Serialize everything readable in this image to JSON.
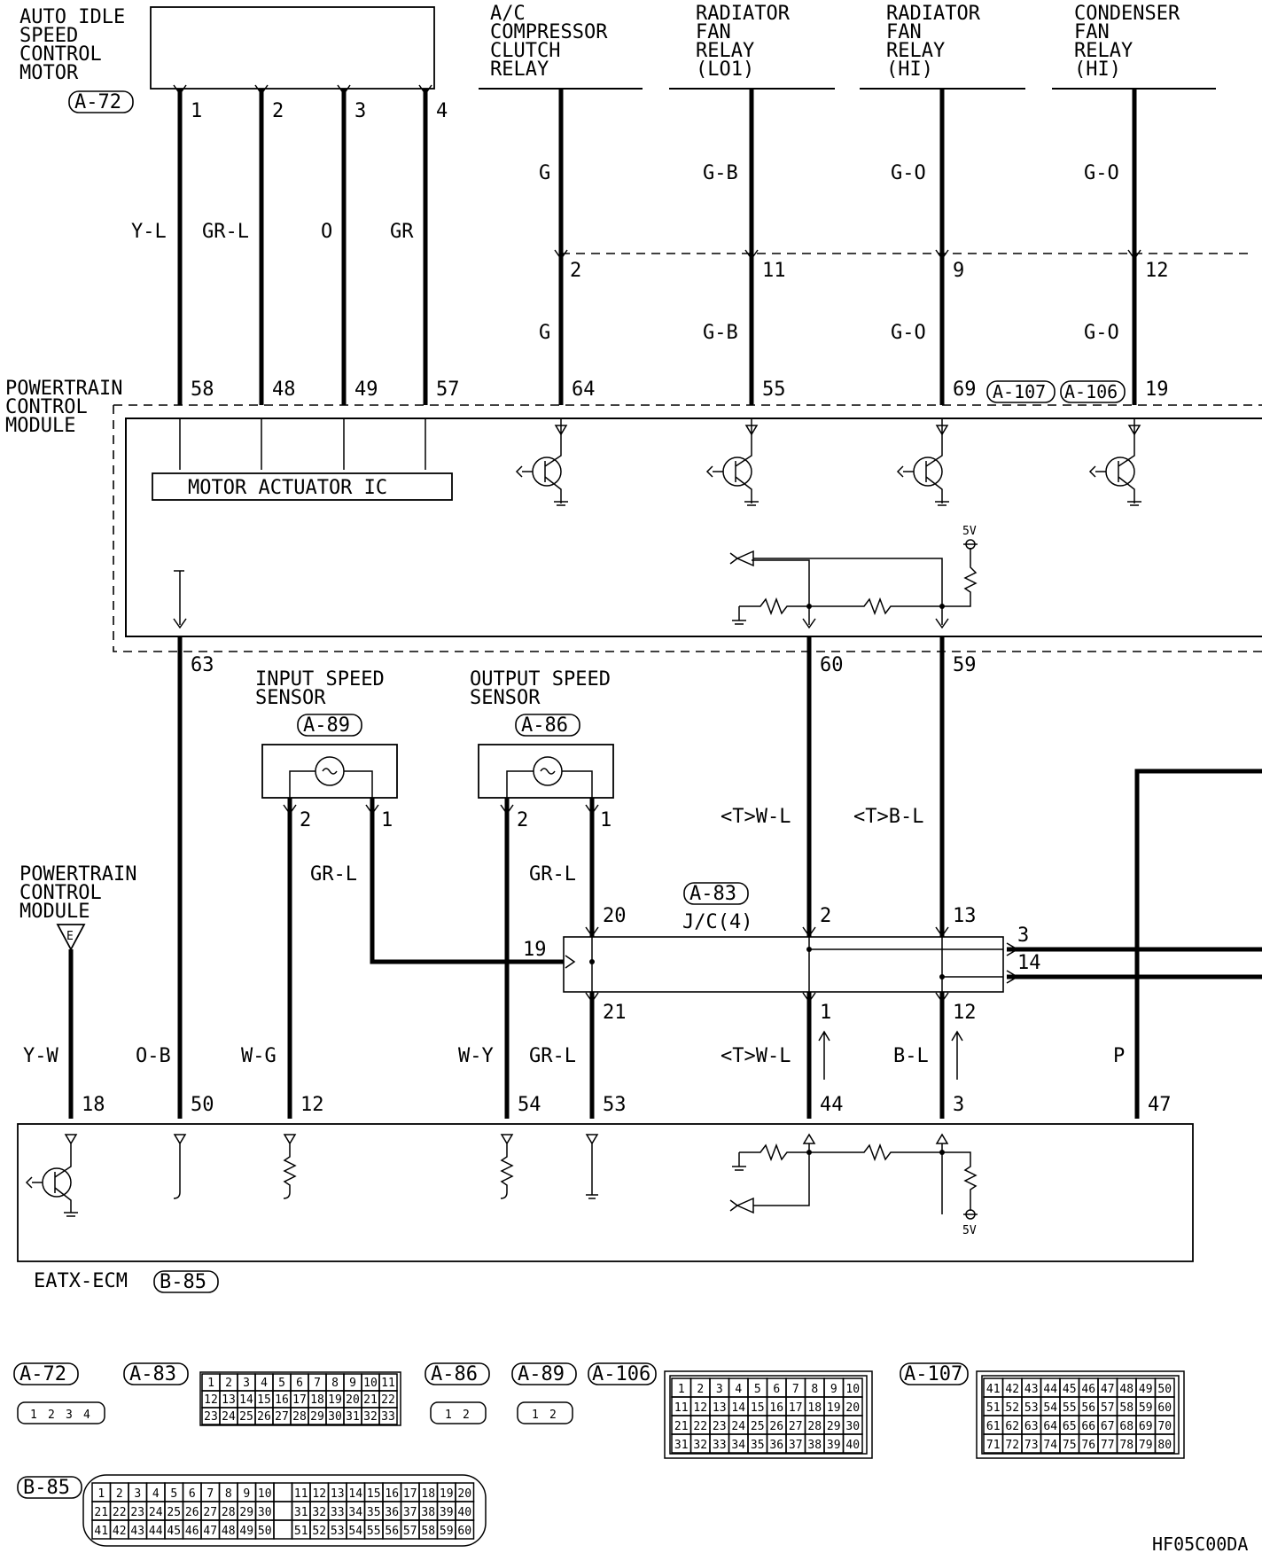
{
  "components": {
    "aisc_motor": [
      "AUTO IDLE",
      "SPEED",
      "CONTROL",
      "MOTOR"
    ],
    "ac_relay": [
      "A/C",
      "COMPRESSOR",
      "CLUTCH",
      "RELAY"
    ],
    "rad_fan_lo": [
      "RADIATOR",
      "FAN",
      "RELAY",
      "(LO1)"
    ],
    "rad_fan_hi": [
      "RADIATOR",
      "FAN",
      "RELAY",
      "(HI)"
    ],
    "cond_fan_hi": [
      "CONDENSER",
      "FAN",
      "RELAY",
      "(HI)"
    ],
    "pcm_top": [
      "POWERTRAIN",
      "CONTROL",
      "MODULE"
    ],
    "pcm_left": [
      "POWERTRAIN",
      "CONTROL",
      "MODULE"
    ],
    "input_speed_sensor": [
      "INPUT SPEED",
      "SENSOR"
    ],
    "output_speed_sensor": [
      "OUTPUT SPEED",
      "SENSOR"
    ],
    "motor_actuator_ic": "MOTOR ACTUATOR IC",
    "eatx_ecm": "EATX-ECM",
    "junction_connector": "J/C(4)",
    "five_volt": "5V",
    "ground_tag": "E"
  },
  "connector_refs": {
    "a72": "A-72",
    "a83": "A-83",
    "a86": "A-86",
    "a89": "A-89",
    "a106": "A-106",
    "a107": "A-107",
    "b85": "B-85"
  },
  "wire_colors": {
    "aisc_1": "Y-L",
    "aisc_2": "GR-L",
    "aisc_3": "O",
    "aisc_4": "GR",
    "ac_upper": "G",
    "ac_lower": "G",
    "lo_upper": "G-B",
    "lo_lower": "G-B",
    "hi_upper": "G-O",
    "hi_lower": "G-O",
    "cond_upper": "G-O",
    "cond_lower": "G-O",
    "tw_l_upper": "<T>W-L",
    "tb_l_upper": "<T>B-L",
    "in_sensor": "GR-L",
    "out_sensor": "GR-L",
    "y_w": "Y-W",
    "o_b": "O-B",
    "w_g": "W-G",
    "w_y": "W-Y",
    "gr_l_lower": "GR-L",
    "tw_l_lower": "<T>W-L",
    "b_l_lower": "B-L",
    "p": "P"
  },
  "pins": {
    "aisc": [
      "1",
      "2",
      "3",
      "4"
    ],
    "relay_mid": [
      "2",
      "11",
      "9",
      "12"
    ],
    "pcm_top": [
      "58",
      "48",
      "49",
      "57",
      "64",
      "55",
      "69",
      "19"
    ],
    "pcm_bottom": [
      "63",
      "60",
      "59"
    ],
    "in_sensor": [
      "2",
      "1"
    ],
    "out_sensor": [
      "2",
      "1"
    ],
    "jc_top": [
      "20",
      "2",
      "13"
    ],
    "jc_left": "19",
    "jc_right": [
      "3",
      "14"
    ],
    "jc_bottom": [
      "21",
      "1",
      "12"
    ],
    "ecm": [
      "18",
      "50",
      "12",
      "54",
      "53",
      "44",
      "3",
      "47"
    ]
  },
  "connectors": {
    "a72_pins": [
      "1",
      "2",
      "3",
      "4"
    ],
    "a83_rows": [
      [
        "1",
        "2",
        "3",
        "4",
        "5",
        "6",
        "7",
        "8",
        "9",
        "10",
        "11"
      ],
      [
        "12",
        "13",
        "14",
        "15",
        "16",
        "17",
        "18",
        "19",
        "20",
        "21",
        "22"
      ],
      [
        "23",
        "24",
        "25",
        "26",
        "27",
        "28",
        "29",
        "30",
        "31",
        "32",
        "33"
      ]
    ],
    "a86_pins": [
      "1",
      "2"
    ],
    "a89_pins": [
      "1",
      "2"
    ],
    "a106_rows": [
      [
        "1",
        "2",
        "3",
        "4",
        "5",
        "6",
        "7",
        "8",
        "9",
        "10"
      ],
      [
        "11",
        "12",
        "13",
        "14",
        "15",
        "16",
        "17",
        "18",
        "19",
        "20"
      ],
      [
        "21",
        "22",
        "23",
        "24",
        "25",
        "26",
        "27",
        "28",
        "29",
        "30"
      ],
      [
        "31",
        "32",
        "33",
        "34",
        "35",
        "36",
        "37",
        "38",
        "39",
        "40"
      ]
    ],
    "a107_rows": [
      [
        "41",
        "42",
        "43",
        "44",
        "45",
        "46",
        "47",
        "48",
        "49",
        "50"
      ],
      [
        "51",
        "52",
        "53",
        "54",
        "55",
        "56",
        "57",
        "58",
        "59",
        "60"
      ],
      [
        "61",
        "62",
        "63",
        "64",
        "65",
        "66",
        "67",
        "68",
        "69",
        "70"
      ],
      [
        "71",
        "72",
        "73",
        "74",
        "75",
        "76",
        "77",
        "78",
        "79",
        "80"
      ]
    ],
    "b85_rows": [
      [
        "1",
        "2",
        "3",
        "4",
        "5",
        "6",
        "7",
        "8",
        "9",
        "10",
        "",
        "11",
        "12",
        "13",
        "14",
        "15",
        "16",
        "17",
        "18",
        "19",
        "20"
      ],
      [
        "21",
        "22",
        "23",
        "24",
        "25",
        "26",
        "27",
        "28",
        "29",
        "30",
        "",
        "31",
        "32",
        "33",
        "34",
        "35",
        "36",
        "37",
        "38",
        "39",
        "40"
      ],
      [
        "41",
        "42",
        "43",
        "44",
        "45",
        "46",
        "47",
        "48",
        "49",
        "50",
        "",
        "51",
        "52",
        "53",
        "54",
        "55",
        "56",
        "57",
        "58",
        "59",
        "60"
      ]
    ]
  },
  "figure_code": "HF05C00DA"
}
